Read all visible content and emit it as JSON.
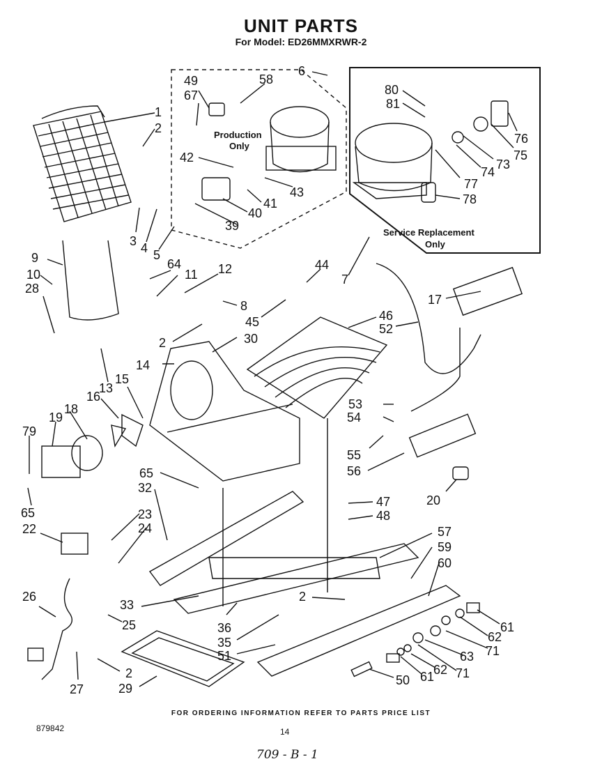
{
  "header": {
    "title": "UNIT PARTS",
    "subtitle": "For Model: ED26MMXRWR-2"
  },
  "boxes": {
    "production": [
      "Production",
      "Only"
    ],
    "service": [
      "Service Replacement",
      "Only"
    ]
  },
  "callouts": [
    "1",
    "2",
    "3",
    "4",
    "5",
    "9",
    "10",
    "28",
    "64",
    "11",
    "12",
    "49",
    "67",
    "58",
    "6",
    "42",
    "43",
    "41",
    "40",
    "39",
    "80",
    "81",
    "76",
    "75",
    "73",
    "74",
    "77",
    "78",
    "44",
    "7",
    "8",
    "45",
    "46",
    "52",
    "17",
    "2",
    "30",
    "14",
    "13",
    "15",
    "16",
    "18",
    "19",
    "79",
    "65",
    "53",
    "54",
    "55",
    "56",
    "65",
    "32",
    "20",
    "47",
    "48",
    "23",
    "24",
    "22",
    "57",
    "59",
    "60",
    "26",
    "33",
    "2",
    "25",
    "36",
    "35",
    "51",
    "61",
    "62",
    "71",
    "63",
    "2",
    "27",
    "29",
    "50",
    "61",
    "62",
    "71"
  ],
  "footer": {
    "ordering": "FOR ORDERING INFORMATION REFER TO PARTS PRICE LIST",
    "doc_number": "879842",
    "page_number": "14",
    "handwritten": "709 - B - 1"
  }
}
